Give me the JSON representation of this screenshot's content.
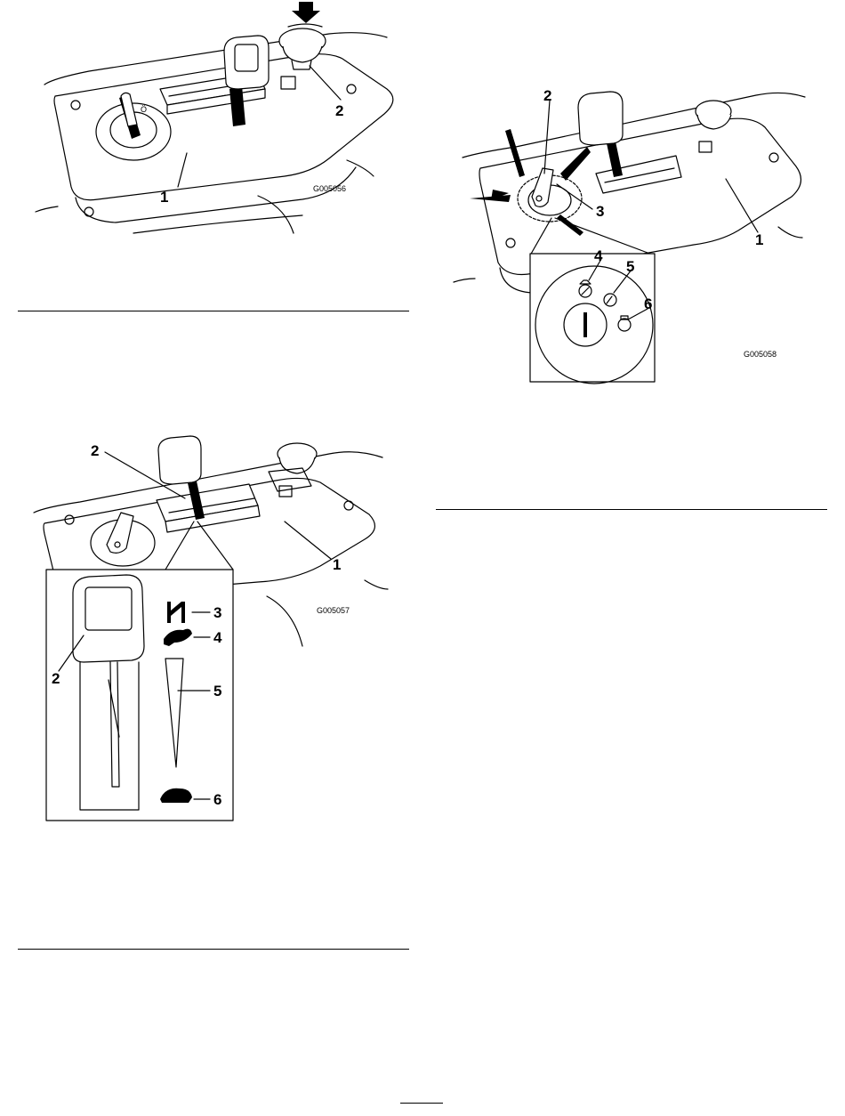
{
  "figures": [
    {
      "code": "G005056",
      "callouts": [
        "1",
        "2"
      ]
    },
    {
      "code": "G005058",
      "callouts": [
        "1",
        "2",
        "3",
        "4",
        "5",
        "6"
      ]
    },
    {
      "code": "G005057",
      "callouts": [
        "1",
        "2",
        "2",
        "3",
        "4",
        "5",
        "6"
      ]
    }
  ]
}
